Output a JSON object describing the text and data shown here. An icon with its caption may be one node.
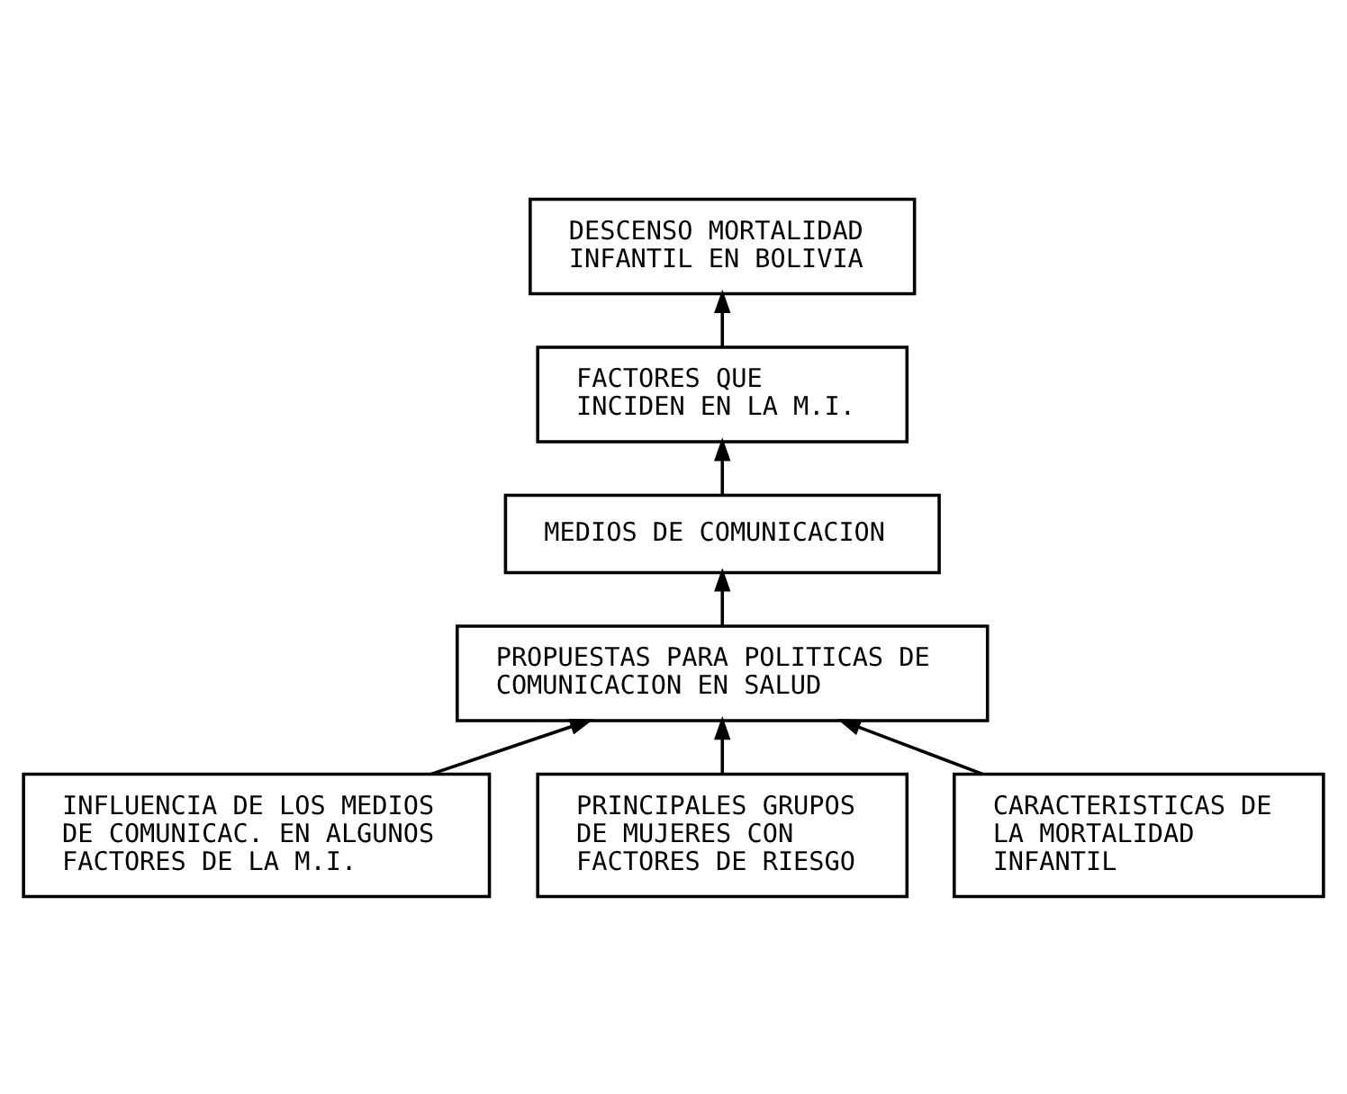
{
  "diagram": {
    "nodes": [
      {
        "text": [
          "DESCENSO MORTALIDAD INFANTIL EN BOLIVIA"
        ]
      },
      {
        "text": [
          "FACTORES QUE INCIDEN EN LA M.I."
        ]
      },
      {
        "text": [
          "MEDIOS DE COMUNICACION"
        ]
      },
      {
        "text": [
          "PROPUESTAS PARA POLITICAS DE COMUNICACION EN SALUD"
        ]
      },
      {
        "text": [
          "INFLUENCIA DE LOS MEDIOS DE COMUNICAC. EN ALGUNOS FACTORES DE LA M.I."
        ]
      },
      {
        "text": [
          "PRINCIPALES GRUPOS DE MUJERES CON FACTORES DE RIESGO"
        ]
      },
      {
        "text": [
          "CARACTERISTICAS DE LA MORTALIDAD INFANTIL"
        ]
      }
    ],
    "edges": [
      {
        "from": 1,
        "to": 0,
        "arrow": "to"
      },
      {
        "from": 2,
        "to": 1,
        "arrow": "to"
      },
      {
        "from": 3,
        "to": 2,
        "arrow": "to"
      },
      {
        "from": 4,
        "to": 3,
        "arrow": "to"
      },
      {
        "from": 5,
        "to": 3,
        "arrow": "to"
      },
      {
        "from": 6,
        "to": 3,
        "arrow": "to"
      }
    ]
  }
}
